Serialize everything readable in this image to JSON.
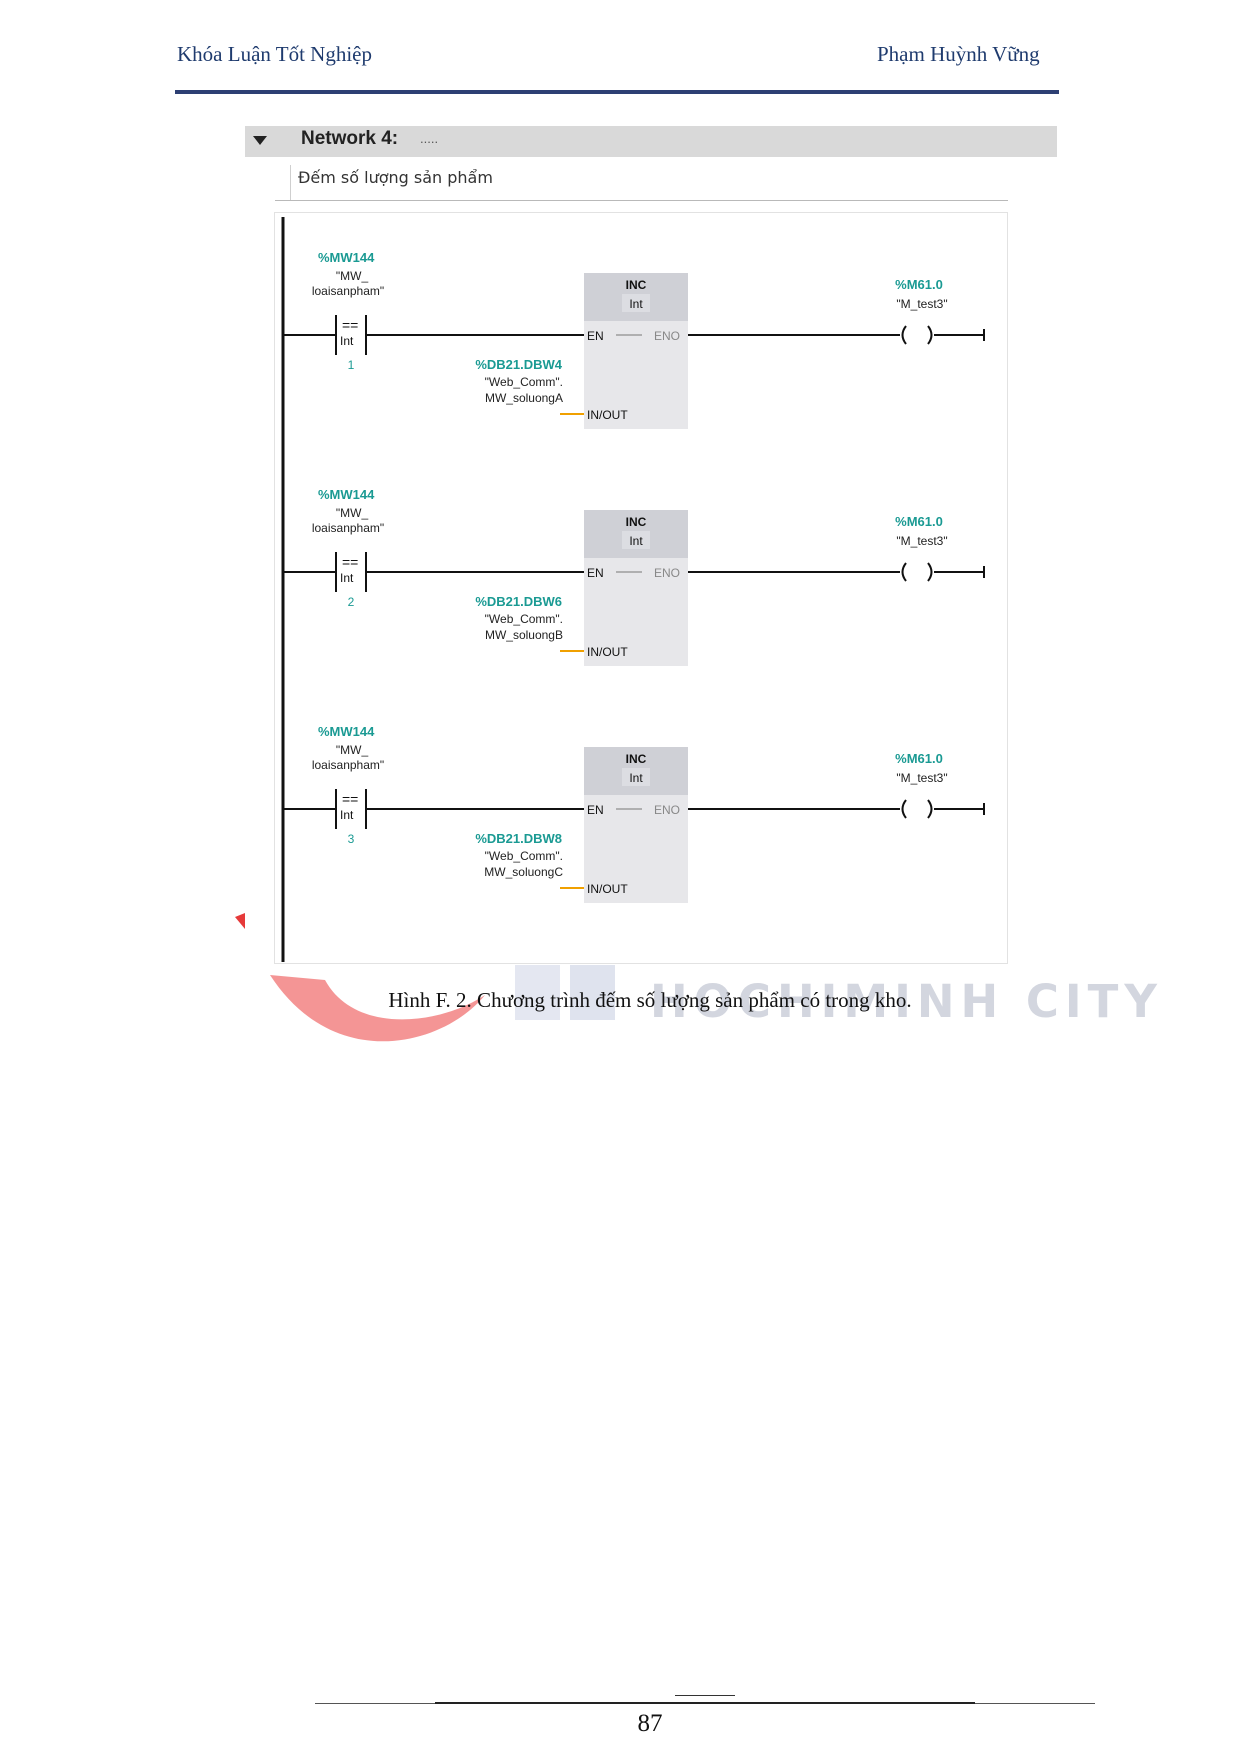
{
  "header": {
    "left": "Khóa Luận Tốt Nghiệp",
    "right": "Phạm Huỳnh Vững"
  },
  "network": {
    "title": "Network 4:",
    "dots": ".....",
    "comment": "Đếm số lượng sản phẩm"
  },
  "rungs": [
    {
      "contact_addr": "%MW144",
      "contact_tag1": "\"MW_",
      "contact_tag2": "loaisanpham\"",
      "cmp_symbol": "==",
      "cmp_type": "Int",
      "cmp_value": "1",
      "block_name": "INC",
      "block_type": "Int",
      "pin_en": "EN",
      "pin_eno": "ENO",
      "pin_inout": "IN/OUT",
      "inout_addr": "%DB21.DBW4",
      "inout_tag1": "\"Web_Comm\".",
      "inout_tag2": "MW_soluongA",
      "coil_addr": "%M61.0",
      "coil_tag": "\"M_test3\""
    },
    {
      "contact_addr": "%MW144",
      "contact_tag1": "\"MW_",
      "contact_tag2": "loaisanpham\"",
      "cmp_symbol": "==",
      "cmp_type": "Int",
      "cmp_value": "2",
      "block_name": "INC",
      "block_type": "Int",
      "pin_en": "EN",
      "pin_eno": "ENO",
      "pin_inout": "IN/OUT",
      "inout_addr": "%DB21.DBW6",
      "inout_tag1": "\"Web_Comm\".",
      "inout_tag2": "MW_soluongB",
      "coil_addr": "%M61.0",
      "coil_tag": "\"M_test3\""
    },
    {
      "contact_addr": "%MW144",
      "contact_tag1": "\"MW_",
      "contact_tag2": "loaisanpham\"",
      "cmp_symbol": "==",
      "cmp_type": "Int",
      "cmp_value": "3",
      "block_name": "INC",
      "block_type": "Int",
      "pin_en": "EN",
      "pin_eno": "ENO",
      "pin_inout": "IN/OUT",
      "inout_addr": "%DB21.DBW8",
      "inout_tag1": "\"Web_Comm\".",
      "inout_tag2": "MW_soluongC",
      "coil_addr": "%M61.0",
      "coil_tag": "\"M_test3\""
    }
  ],
  "watermark": {
    "text": "HOCHIMINH CITY"
  },
  "caption": "Hình F. 2. Chương trình đếm số lượng sản phẩm có trong kho.",
  "page_number": "87",
  "colors": {
    "address": "#1a9a93",
    "block_bg": "#e7e7ea",
    "block_head": "#cfd0d6",
    "inout_wire": "#f0a000",
    "header_rule": "#2d3f73"
  }
}
